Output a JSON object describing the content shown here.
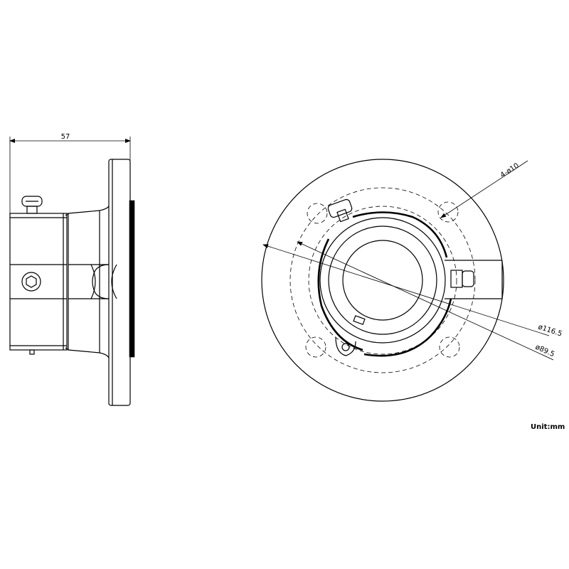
{
  "dimensions": {
    "width_57": "57",
    "hole_dia": "4-ø10",
    "outer_dia": "ø116.5",
    "pcd_dia": "ø89.5"
  },
  "unit_label": "Unit:mm"
}
